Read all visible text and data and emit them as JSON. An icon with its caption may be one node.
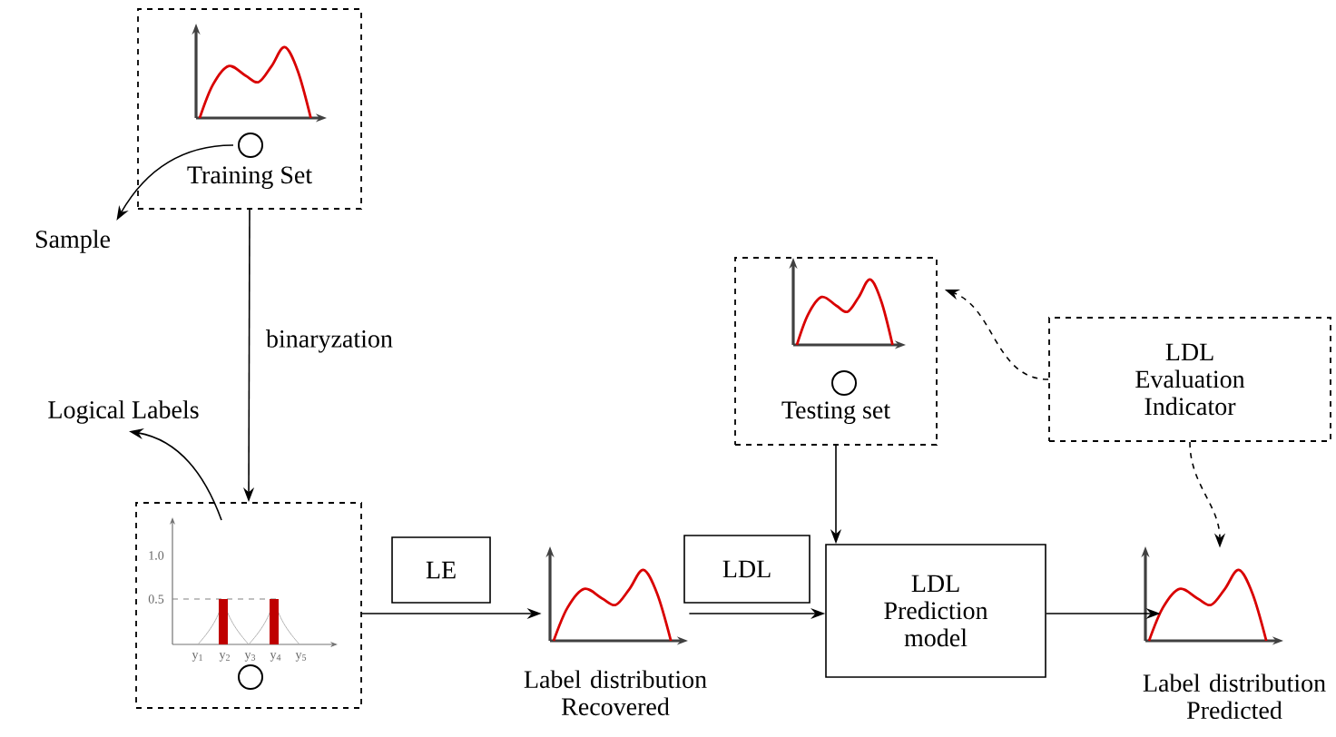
{
  "diagram": {
    "nodes": [
      {
        "text": [
          "Training Set"
        ]
      },
      {
        "text": [
          "Sample"
        ]
      },
      {
        "text": [
          "Logical Labels"
        ]
      },
      {
        "text": [],
        "shape": "picture"
      },
      {
        "text": [
          "LE"
        ]
      },
      {
        "text": [
          "Label distribution Recovered"
        ]
      },
      {
        "text": [
          "LDL"
        ]
      },
      {
        "text": [
          "Testing set"
        ]
      },
      {
        "text": [
          "LDL Prediction model"
        ]
      },
      {
        "text": [
          "LDL Evaluation Indicator"
        ]
      },
      {
        "text": [
          "Label distribution Predicted"
        ]
      }
    ],
    "edges": [
      {
        "from": 0,
        "to": 1,
        "arrow": "to"
      },
      {
        "from": 0,
        "to": 3,
        "arrow": "to",
        "label": "binaryzation"
      },
      {
        "from": 3,
        "to": 2,
        "arrow": "to"
      },
      {
        "from": 3,
        "to": 5,
        "arrow": "to"
      },
      {
        "from": 5,
        "to": 8,
        "arrow": "to"
      },
      {
        "from": 7,
        "to": 8,
        "arrow": "to"
      },
      {
        "from": 8,
        "to": 10,
        "arrow": "to"
      },
      {
        "from": 9,
        "to": 7,
        "arrow": "to",
        "style": "dashed"
      },
      {
        "from": 9,
        "to": 10,
        "arrow": "to",
        "style": "dashed"
      }
    ],
    "labels": [
      "1.0",
      "0.5",
      "y$_{1}$",
      "y$_{2}$",
      "y$_{3}$",
      "y$_{4}$",
      "y$_{5}$"
    ]
  }
}
